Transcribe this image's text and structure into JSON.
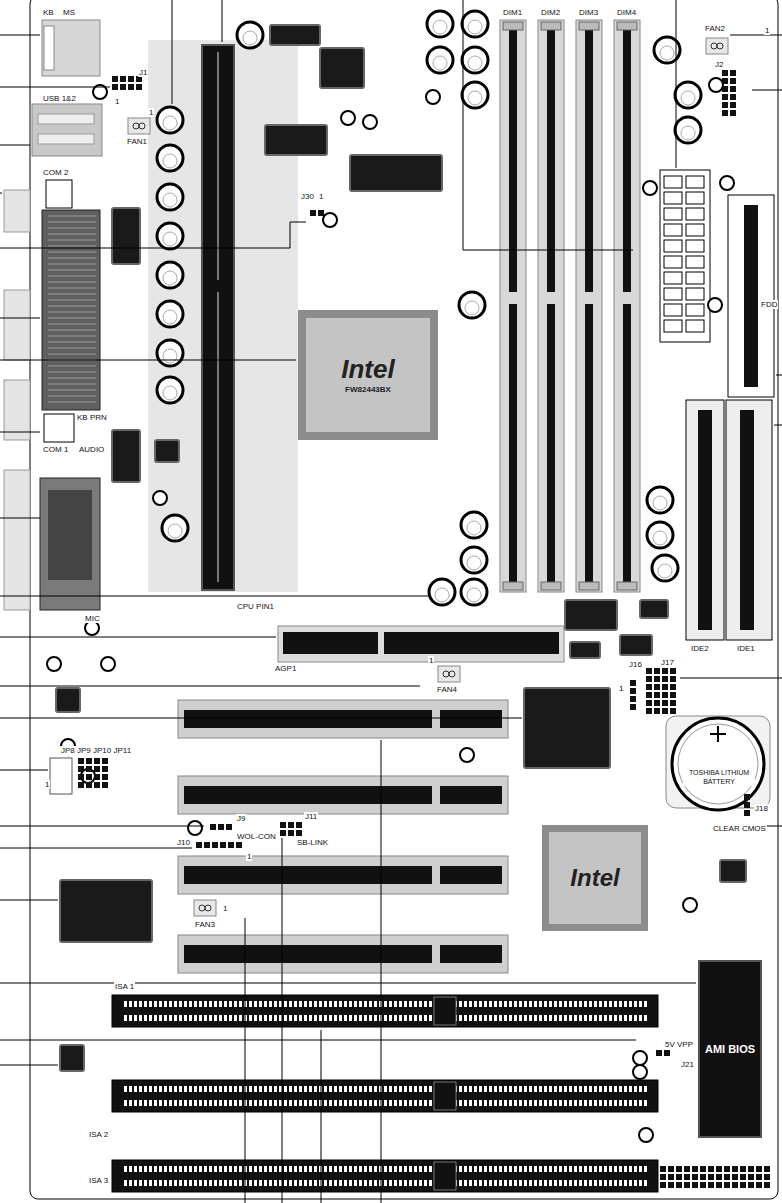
{
  "diagram": {
    "nodes": [
      {
        "text": [
          "Intel",
          "FW82443BX"
        ]
      },
      {
        "text": [
          "Intel"
        ]
      },
      {
        "text": [
          "AMI BIOS"
        ]
      }
    ],
    "labels": [
      "KB",
      "MS",
      "J1",
      "USB 1&2",
      "1",
      "FAN1",
      "1",
      "COM 2",
      "J30",
      "1",
      "KB PRN",
      "COM 1",
      "AUDIO",
      "MIC",
      "CPU PIN1",
      "AGP1",
      "1",
      "FAN4",
      "DIM1",
      "DIM2",
      "DIM3",
      "DIM4",
      "FAN2",
      "1",
      "J2",
      "FDD",
      "IDE2",
      "IDE1",
      "J16",
      "J17",
      "1",
      "J18",
      "CLEAR CMOS",
      "JP8 JP9 JP10 JP11",
      "1",
      "J9",
      "WOL-CON",
      "J10",
      "1",
      "J11",
      "SB-LINK",
      "FAN3",
      "1",
      "ISA 1",
      "ISA 2",
      "ISA 3",
      "5V VPP",
      "J21",
      "TOSHIBA LITHIUM BATTERY"
    ]
  }
}
